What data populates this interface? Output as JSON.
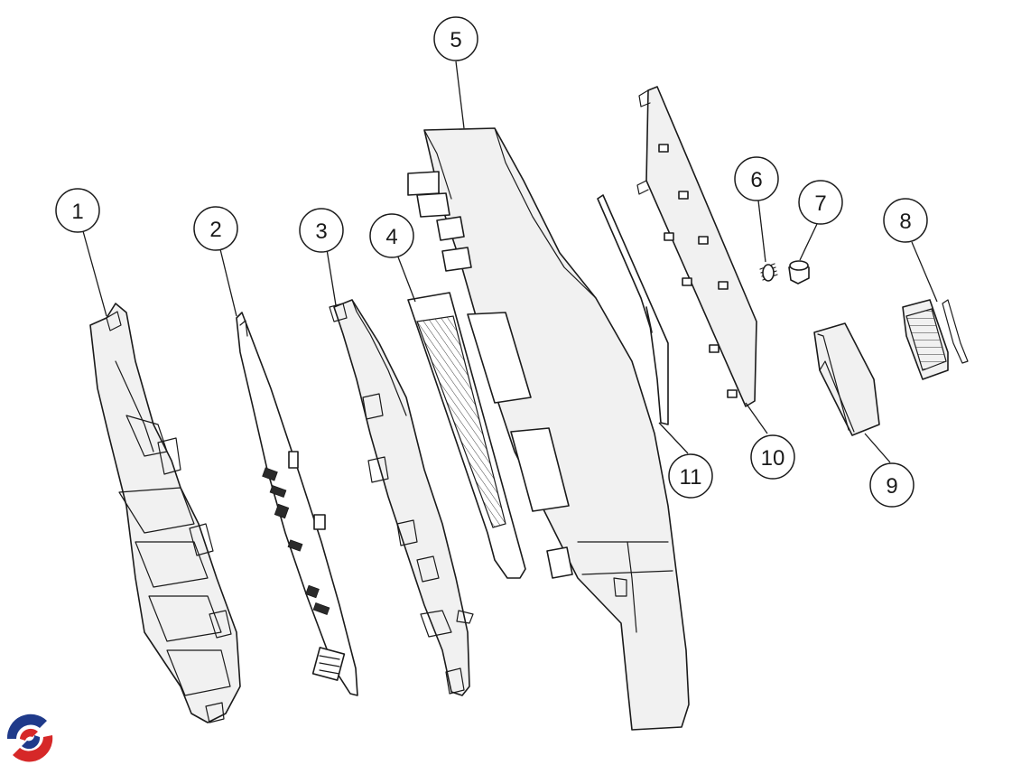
{
  "diagram": {
    "callouts": [
      {
        "id": "c1",
        "label": "1"
      },
      {
        "id": "c2",
        "label": "2"
      },
      {
        "id": "c3",
        "label": "3"
      },
      {
        "id": "c4",
        "label": "4"
      },
      {
        "id": "c5",
        "label": "5"
      },
      {
        "id": "c6",
        "label": "6"
      },
      {
        "id": "c7",
        "label": "7"
      },
      {
        "id": "c8",
        "label": "8"
      },
      {
        "id": "c9",
        "label": "9"
      },
      {
        "id": "c10",
        "label": "10"
      },
      {
        "id": "c11",
        "label": "11"
      }
    ]
  },
  "logo": {
    "icon": "brand-swirl-logo",
    "colors": {
      "blue": "#1f3a8a",
      "red": "#d62828"
    }
  }
}
